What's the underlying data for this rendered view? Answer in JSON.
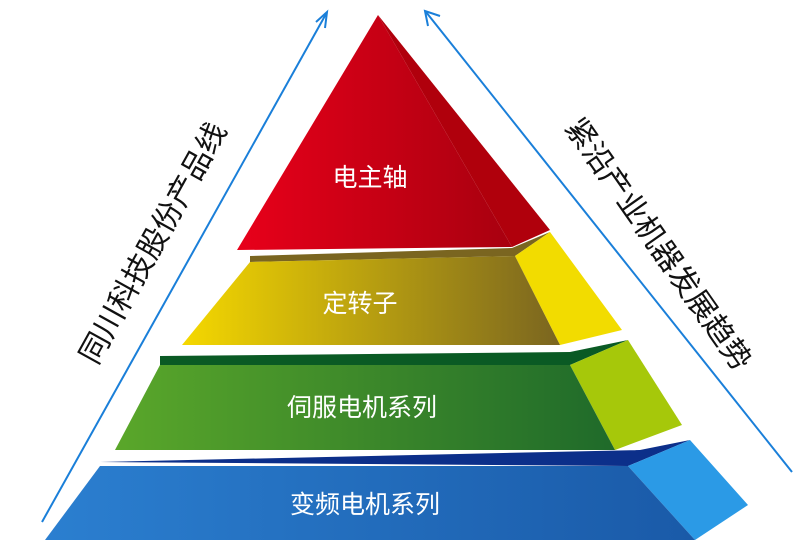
{
  "left_caption": "同川科技股份产品线",
  "right_caption": "紧沿产业机器发展趋势",
  "layers": [
    {
      "label": "电主轴",
      "color": "#d9001b"
    },
    {
      "label": "定转子",
      "color": "#f2d400"
    },
    {
      "label": "伺服电机系列",
      "color": "#4f9a24"
    },
    {
      "label": "变频电机系列",
      "color": "#1f6fc2"
    }
  ],
  "arrow_color": "#1a7fd9"
}
